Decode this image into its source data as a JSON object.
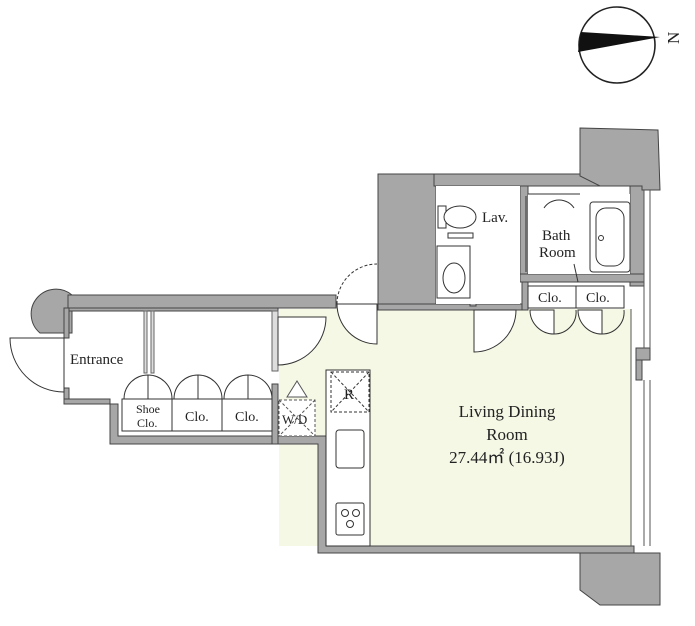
{
  "compass": {
    "label": "N"
  },
  "rooms": {
    "entrance": "Entrance",
    "lav": "Lav.",
    "bath_line1": "Bath",
    "bath_line2": "Room",
    "clo_upper_1": "Clo.",
    "clo_upper_2": "Clo.",
    "shoe_line1": "Shoe",
    "shoe_line2": "Clo.",
    "clo_lower_1": "Clo.",
    "clo_lower_2": "Clo.",
    "wd": "W/D",
    "fridge": "R",
    "living_line1": "Living Dining",
    "living_line2": "Room",
    "living_area": "27.44㎡ (16.93J)"
  },
  "colors": {
    "wall": "#a7a7a7",
    "wall_outline": "#444444",
    "living_floor": "#f6f8e6",
    "line": "#333333"
  }
}
